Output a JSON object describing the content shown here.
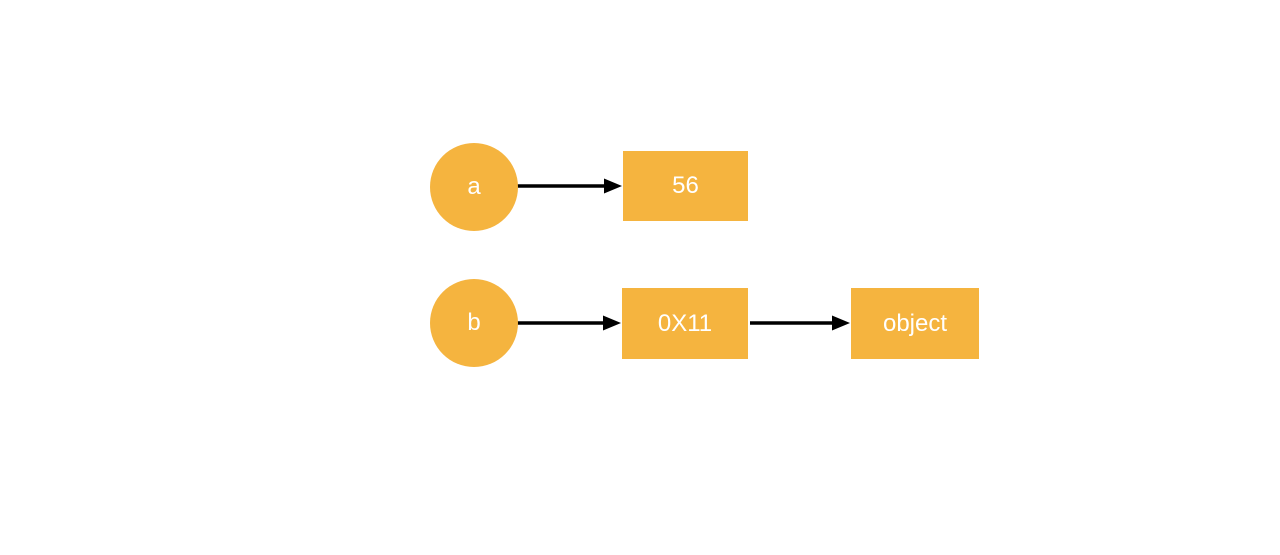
{
  "colors": {
    "background": "#ffffff",
    "node_fill": "#f5b43f",
    "label_text": "#ffffff",
    "arrow": "#000000"
  },
  "nodes": {
    "a": {
      "label": "a",
      "shape": "circle"
    },
    "value56": {
      "label": "56",
      "shape": "rect"
    },
    "b": {
      "label": "b",
      "shape": "circle"
    },
    "address": {
      "label": "0X11",
      "shape": "rect"
    },
    "object": {
      "label": "object",
      "shape": "rect"
    }
  },
  "edges": [
    {
      "from": "a",
      "to": "value56"
    },
    {
      "from": "b",
      "to": "address"
    },
    {
      "from": "address",
      "to": "object"
    }
  ]
}
